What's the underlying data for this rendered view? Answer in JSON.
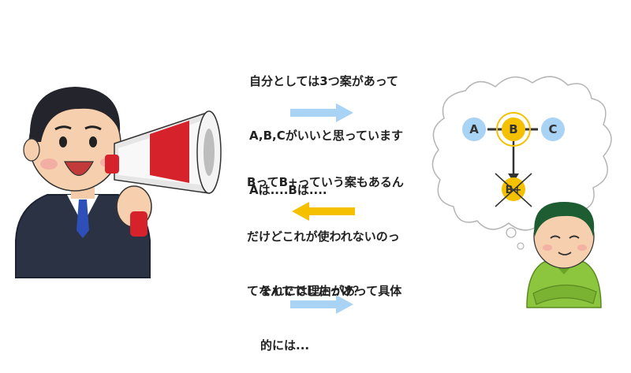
{
  "messages": {
    "m1": [
      "自分としては3つ案があって",
      "A,B,Cがいいと思っています",
      "Aは....Bは...."
    ],
    "m2": [
      "BってB+っていう案もあるん",
      "だけどこれが使われないのっ",
      "てなんででしたっけ？"
    ],
    "m3": [
      "それには理由があって具体",
      "的には..."
    ]
  },
  "arrows": {
    "blue": "#a9d3f5",
    "yellow": "#f5c000"
  },
  "thought": {
    "nodes": {
      "a": "A",
      "b": "B",
      "c": "C",
      "b_plus": "B+"
    },
    "colors": {
      "ac_fill": "#a9d3f5",
      "b_fill": "#f5c000"
    }
  }
}
